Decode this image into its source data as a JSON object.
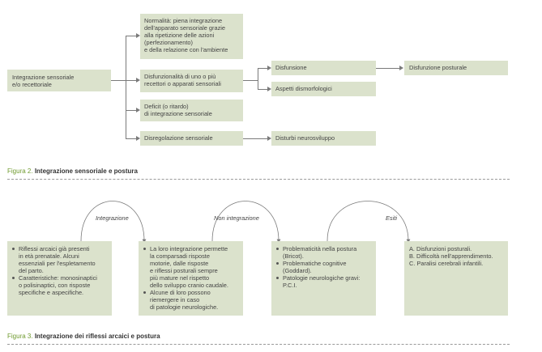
{
  "figure2": {
    "root": "Integrazione sensoriale\ne/o recettoriale",
    "branches": [
      "Normalità: piena integrazione\ndell'apparato sensoriale grazie\nalla ripetizione delle azioni\n(perfezionamento)\ne della relazione con l'ambiente",
      "Disfunzionalità di uno o più\nrecettori o apparati sensoriali",
      "Deficit (o ritardo)\ndi integrazione sensoriale",
      "Disregolazione sensoriale"
    ],
    "disfunsione": "Disfunsione",
    "aspetti": "Aspetti dismorfologici",
    "disfunzione_posturale": "Disfunzione posturale",
    "disturbi": "Disturbi neurosviluppo",
    "caption_fig": "Figura 2.",
    "caption_title": "Integrazione sensoriale e postura"
  },
  "figure3": {
    "arcs": [
      "Integrazione",
      "Non integrazione",
      "Esiti"
    ],
    "box1": [
      "Riflessi arcaici già presenti\nin età prenatale. Alcuni\nessenziali per l'espletamento\ndel parto.",
      "Caratteristiche: monosinaptici\no polisinaptici, con risposte\nspecifiche e aspecifiche."
    ],
    "box2": [
      "La loro integrazione permette\nla comparsadi risposte\nmotorie, dalle risposte\ne riflessi posturali sempre\npiù mature nel rispetto\ndello sviluppo cranio caudale.",
      "Alcune di loro possono\nriemergere in caso\ndi patologie neurologiche."
    ],
    "box3": [
      "Problematicità nella postura\n(Bricot).",
      "Problematiche cognitive\n(Goddard).",
      "Patologie neurologiche gravi:\nP.C.I."
    ],
    "box4": [
      "A. Disfunzioni posturali.",
      "B. Difficoltà nell'apprendimento.",
      "C. Paralisi cerebrali infantili."
    ],
    "caption_fig": "Figura 3.",
    "caption_title": "Integrazione dei riflessi arcaici e postura"
  }
}
